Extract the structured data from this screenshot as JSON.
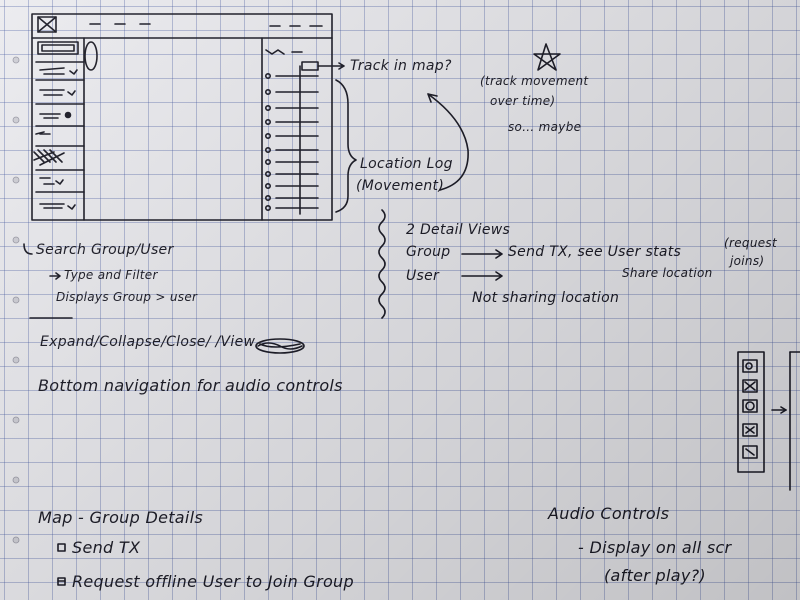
{
  "colors": {
    "ink": "#1b1b26",
    "grid": "#5a6ab0",
    "paper": "#ebebef"
  },
  "icons": [
    "star-icon",
    "search-icon",
    "checkbox-icon",
    "arrow-right-icon"
  ],
  "notes": {
    "track_in_map": "Track in map?",
    "track_movement": "(track movement",
    "over_time": "over time)",
    "so_maybe": "so... maybe",
    "location_log": "Location Log",
    "movement": "(Movement)",
    "detail_views": "2 Detail Views",
    "group": "Group",
    "send_tx": "Send TX, see User stats",
    "request": "(request",
    "joins": "joins)",
    "share_location": "Share location",
    "user": "User",
    "not_sharing": "Not sharing location",
    "search_group_user": "Search Group/User",
    "type_and_filter": "Type and Filter",
    "displays_group_user": "Displays Group > user",
    "expand_collapse": "Expand/Collapse/Close/    /View",
    "bottom_navigation": "Bottom navigation for audio controls",
    "map_group_details": "Map - Group Details",
    "send_tx_item": "Send TX",
    "request_offline": "Request offline User to Join Group",
    "audio_controls": "Audio Controls",
    "display_on_all": "- Display on all scr",
    "after_play": "(after play?)"
  }
}
